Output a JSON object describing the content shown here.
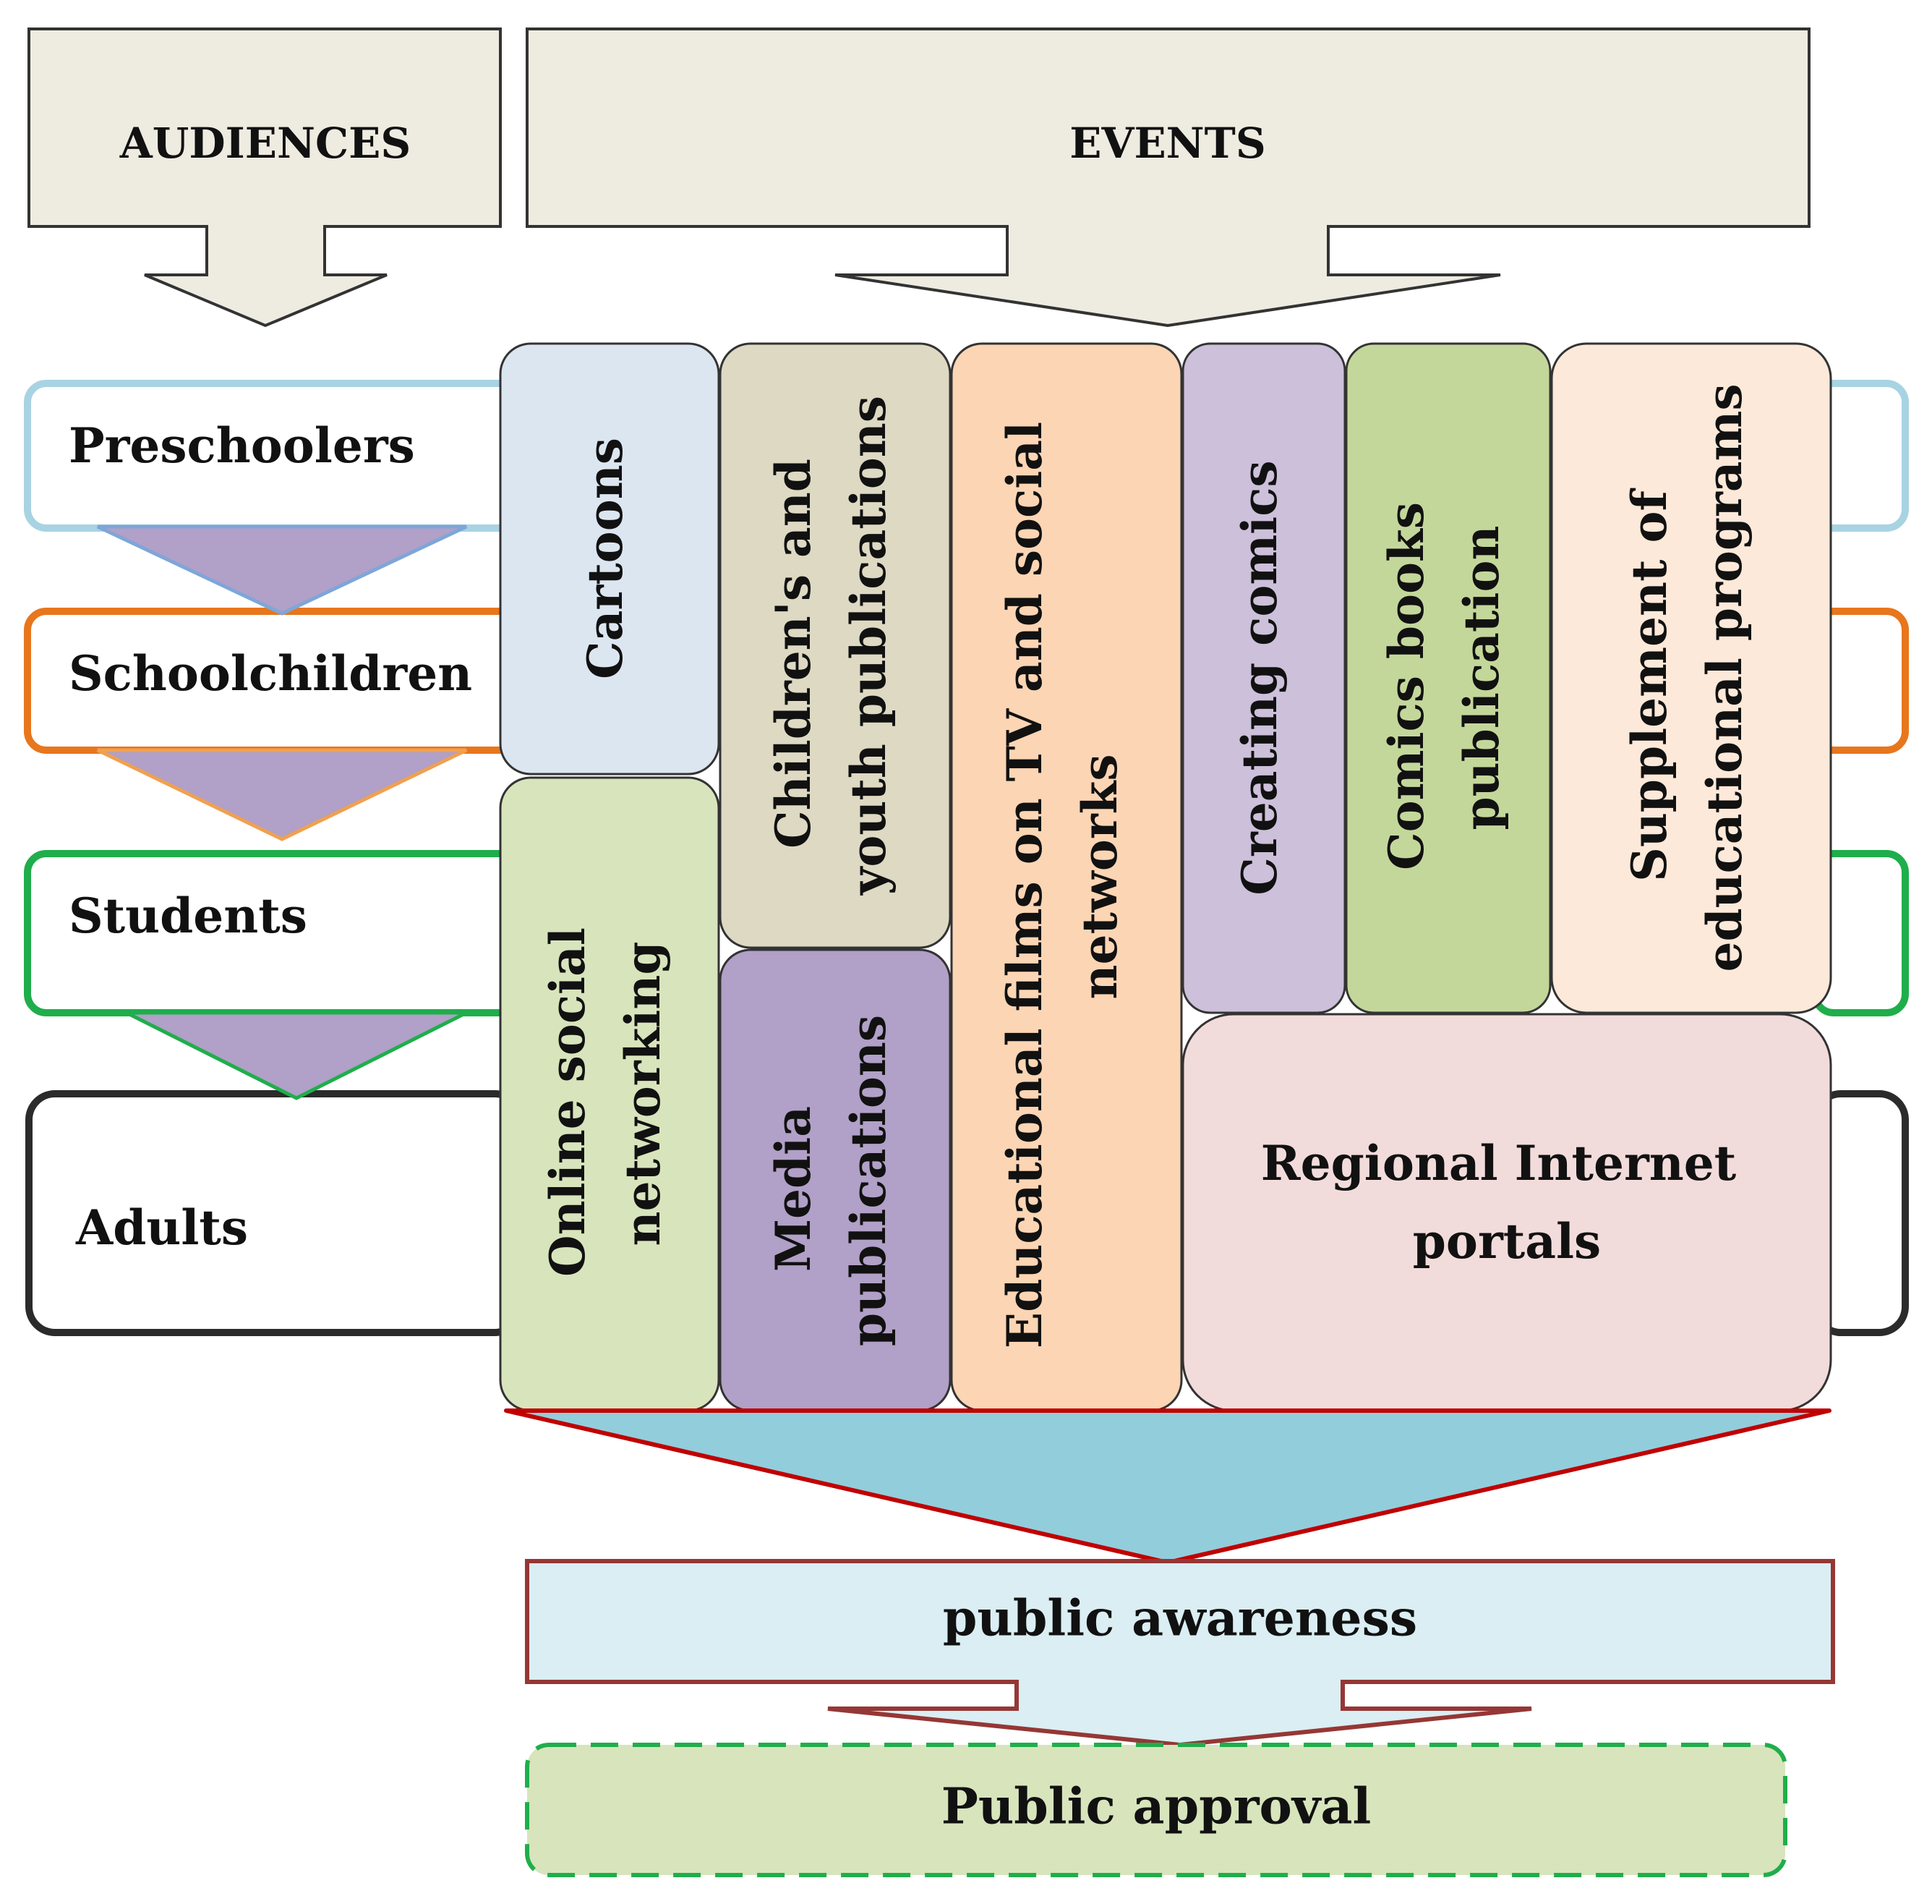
{
  "headers": {
    "audiences": "AUDIENCES",
    "events": "EVENTS"
  },
  "audiences": [
    {
      "label": "Preschoolers",
      "color": "#a8d3e3"
    },
    {
      "label": "Schoolchildren",
      "color": "#e8761c"
    },
    {
      "label": "Students",
      "color": "#1fae4b"
    },
    {
      "label": "Adults",
      "color": "#2b2b2b"
    }
  ],
  "events": {
    "cartoons": {
      "lines": [
        "Cartoons"
      ],
      "color": "#dce6f1"
    },
    "online_social": {
      "lines": [
        "Online social",
        "networking"
      ],
      "color": "#d8e4bc"
    },
    "childrens_pub": {
      "lines": [
        "Children's and",
        "youth publications"
      ],
      "color": "#ddd9c3"
    },
    "media_pub": {
      "lines": [
        "Media",
        "publications"
      ],
      "color": "#b1a0c7"
    },
    "edu_films": {
      "lines": [
        "Educational films on TV and social",
        "networks"
      ],
      "color": "#fcd5b4"
    },
    "creating_comics": {
      "lines": [
        "Creating comics"
      ],
      "color": "#ccc0da"
    },
    "comics_books": {
      "lines": [
        "Comics books",
        "publication"
      ],
      "color": "#c4d79b"
    },
    "supplement": {
      "lines": [
        "Supplement of",
        "educational programs"
      ],
      "color": "#fde9d9"
    },
    "regional": {
      "lines": [
        "Regional Internet",
        "portals"
      ],
      "color": "#f2dcdb"
    }
  },
  "outcomes": {
    "awareness": "public awareness",
    "approval": "Public approval"
  },
  "colors": {
    "header_fill": "#eeece1",
    "funnel_fill": "#92cddc",
    "funnel_stroke": "#c00000",
    "awareness_fill": "#daeef3",
    "awareness_stroke": "#953735",
    "approval_fill": "#d8e4bc",
    "approval_stroke": "#1fae4b",
    "connector_fill": "#b1a0c7"
  }
}
